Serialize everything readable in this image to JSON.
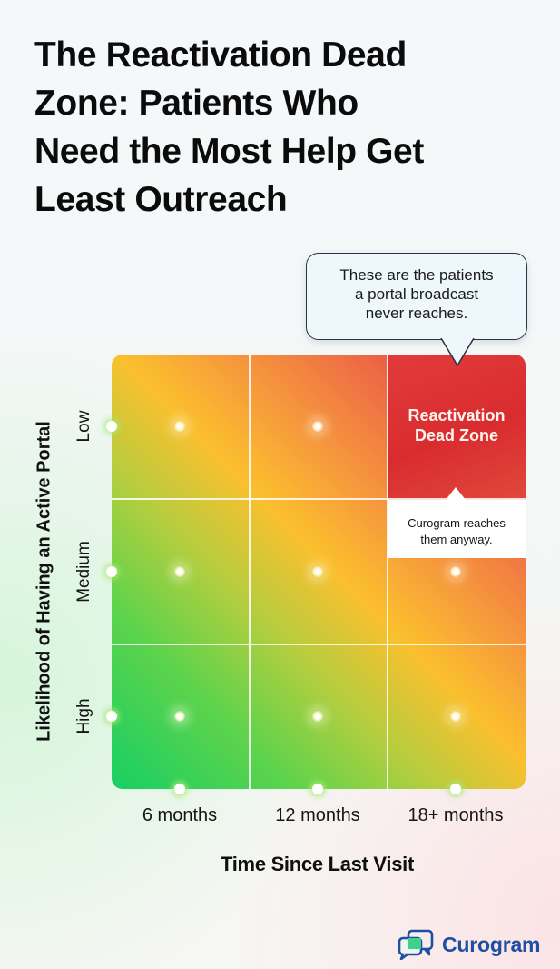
{
  "title": {
    "lines": [
      "The Reactivation Dead",
      "Zone: Patients Who",
      "Need the Most Help Get",
      "Least Outreach"
    ]
  },
  "callout": {
    "lines": [
      "These are the patients",
      "a portal broadcast",
      "never reaches."
    ]
  },
  "dead_zone": {
    "label_lines": [
      "Reactivation",
      "Dead Zone"
    ],
    "note_lines": [
      "Curogram reaches",
      "them anyway."
    ]
  },
  "colors": {
    "green": "#17cf63",
    "yellow": "#fbbf2e",
    "orange": "#f5953d",
    "red": "#dd2f34",
    "brand_blue": "#1d4fa3",
    "brand_green": "#3fd18c"
  },
  "brand": {
    "name": "Curogram",
    "icon": "chat-bubbles-icon"
  },
  "chart_data": {
    "type": "heatmap",
    "title": "The Reactivation Dead Zone: Patients Who Need the Most Help Get Least Outreach",
    "xlabel": "Time Since Last Visit",
    "ylabel": "Likelihood of Having an Active Portal",
    "x_categories": [
      "6 months",
      "12 months",
      "18+ months"
    ],
    "y_categories": [
      "Low",
      "Medium",
      "High"
    ],
    "cells": [
      {
        "x": "6 months",
        "y": "Low",
        "risk_color": "yellow-orange"
      },
      {
        "x": "12 months",
        "y": "Low",
        "risk_color": "orange-red"
      },
      {
        "x": "18+ months",
        "y": "Low",
        "risk_color": "red",
        "annotation": "Reactivation Dead Zone"
      },
      {
        "x": "6 months",
        "y": "Medium",
        "risk_color": "yellow-green"
      },
      {
        "x": "12 months",
        "y": "Medium",
        "risk_color": "yellow"
      },
      {
        "x": "18+ months",
        "y": "Medium",
        "risk_color": "orange"
      },
      {
        "x": "6 months",
        "y": "High",
        "risk_color": "green"
      },
      {
        "x": "12 months",
        "y": "High",
        "risk_color": "yellow-green"
      },
      {
        "x": "18+ months",
        "y": "High",
        "risk_color": "yellow-orange"
      }
    ],
    "annotations": [
      "These are the patients a portal broadcast never reaches.",
      "Curogram reaches them anyway."
    ],
    "gradient": "green (bottom-left) to red (top-right)",
    "grid": true,
    "legend": null
  }
}
